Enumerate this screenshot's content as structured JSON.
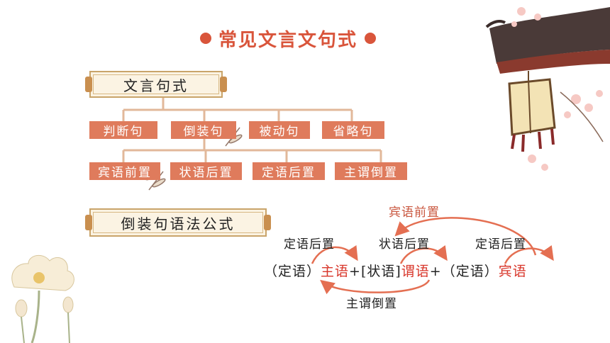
{
  "title": "常见文言文句式",
  "section1": {
    "label": "文言句式"
  },
  "categories": [
    "判断句",
    "倒装句",
    "被动句",
    "省略句"
  ],
  "subcategories": [
    "宾语前置",
    "状语后置",
    "定语后置",
    "主谓倒置"
  ],
  "section2": {
    "label": "倒装句语法公式"
  },
  "formula": {
    "part1": "（定语）",
    "part2": "主语",
    "part3": "+[状语]",
    "part4": "谓语",
    "part5": "+（定语）",
    "part6": "宾语"
  },
  "arrow_labels": {
    "top": "宾语前置",
    "left": "定语后置",
    "middle": "状语后置",
    "right": "定语后置",
    "bottom": "主谓倒置"
  },
  "colors": {
    "accent": "#d9553b",
    "box": "#df7b5c",
    "emphasis": "#d8362a"
  }
}
